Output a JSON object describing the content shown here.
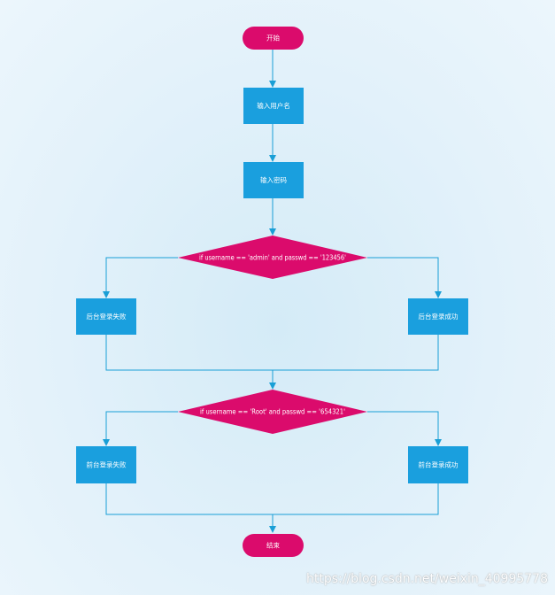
{
  "nodes": {
    "start": "开始",
    "input_username": "输入用户名",
    "input_password": "输入密码",
    "decision_backend": "if username == 'admin' and passwd == '123456'",
    "backend_fail": "后台登录失败",
    "backend_success": "后台登录成功",
    "decision_frontend": "if username == 'Root' and passwd == '654321'",
    "frontend_fail": "前台登录失败",
    "frontend_success": "前台登录成功",
    "end": "结束"
  },
  "watermark": "https://blog.csdn.net/weixin_40995778",
  "colors": {
    "terminal": "#db0b6c",
    "process": "#1a9fde",
    "decision": "#db0b6c",
    "connector": "#1a9fd6"
  }
}
